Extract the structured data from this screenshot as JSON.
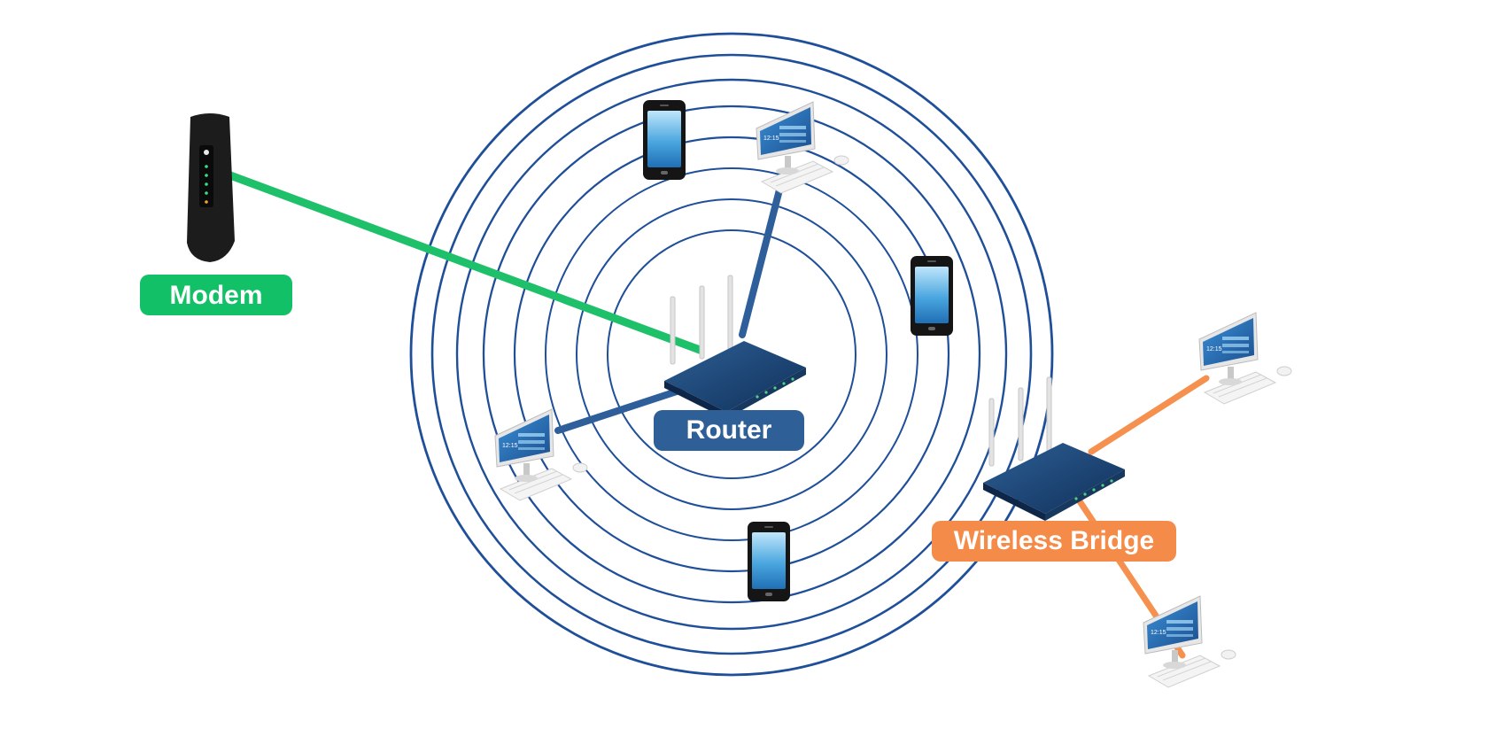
{
  "labels": {
    "modem": "Modem",
    "router": "Router",
    "bridge": "Wireless Bridge"
  },
  "colors": {
    "background": "#ffffff",
    "signal_rings": "#1f4f99",
    "modem_link": "#1fc06a",
    "modem_badge": "#12c067",
    "router_link": "#2f5f9a",
    "router_badge": "#2e5f96",
    "bridge_link": "#f5904f",
    "bridge_badge": "#f58b48"
  },
  "icons": {
    "modem": "modem-icon",
    "router": "router-icon",
    "bridge": "wireless-bridge-icon",
    "phone": "smartphone-icon",
    "computer": "desktop-computer-icon"
  }
}
